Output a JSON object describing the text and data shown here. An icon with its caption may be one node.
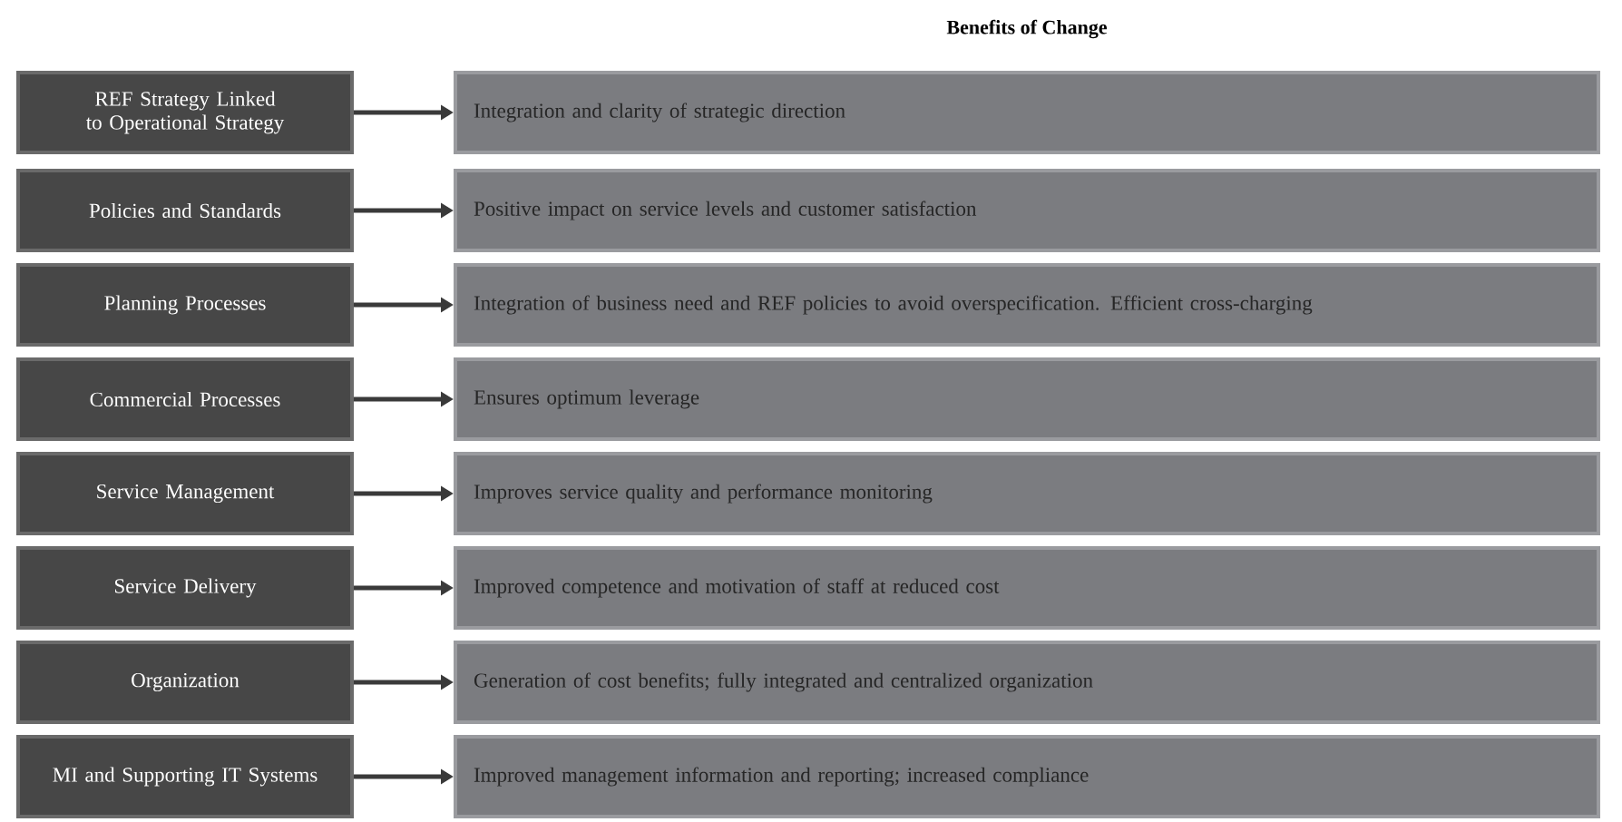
{
  "diagram": {
    "title": "Benefits of Change",
    "nodes": [
      {
        "text": [
          "REF Strategy Linked to Operational Strategy"
        ]
      },
      {
        "text": [
          "Integration and clarity of strategic direction"
        ]
      },
      {
        "text": [
          "Policies and Standards"
        ]
      },
      {
        "text": [
          "Positive impact on service levels and customer satisfaction"
        ]
      },
      {
        "text": [
          "Planning Processes"
        ]
      },
      {
        "text": [
          "Integration of business need and REF policies to avoid overspecification. Efficient cross-charging"
        ]
      },
      {
        "text": [
          "Commercial Processes"
        ]
      },
      {
        "text": [
          "Ensures optimum leverage"
        ]
      },
      {
        "text": [
          "Service Management"
        ]
      },
      {
        "text": [
          "Improves service quality and performance monitoring"
        ]
      },
      {
        "text": [
          "Service Delivery"
        ]
      },
      {
        "text": [
          "Improved competence and motivation of staff at reduced cost"
        ]
      },
      {
        "text": [
          "Organization"
        ]
      },
      {
        "text": [
          "Generation of cost benefits; fully integrated and centralized organization"
        ]
      },
      {
        "text": [
          "MI and Supporting IT Systems"
        ]
      },
      {
        "text": [
          "Improved management information and reporting; increased compliance"
        ]
      }
    ],
    "edges": [
      {
        "from": 0,
        "to": 1,
        "arrow": "to"
      },
      {
        "from": 2,
        "to": 3,
        "arrow": "to"
      },
      {
        "from": 4,
        "to": 5,
        "arrow": "to"
      },
      {
        "from": 6,
        "to": 7,
        "arrow": "to"
      },
      {
        "from": 8,
        "to": 9,
        "arrow": "to"
      },
      {
        "from": 10,
        "to": 11,
        "arrow": "to"
      },
      {
        "from": 12,
        "to": 13,
        "arrow": "to"
      },
      {
        "from": 14,
        "to": 15,
        "arrow": "to"
      }
    ]
  }
}
